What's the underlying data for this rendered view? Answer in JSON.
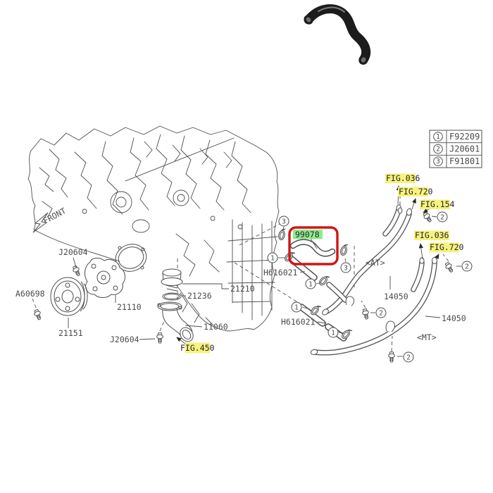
{
  "figure": {
    "front_label": "FRONT",
    "selected_part": {
      "number": "99078"
    },
    "legend": {
      "rows": [
        {
          "num": "1",
          "code": "F92209"
        },
        {
          "num": "2",
          "code": "J20601"
        },
        {
          "num": "3",
          "code": "F91801"
        }
      ]
    },
    "parts": {
      "bolt_top": "J20604",
      "bolt_pulley": "A60698",
      "pulley": "21151",
      "water_pump": "21110",
      "bolt_lower": "J20604",
      "thermostat": "21210",
      "gasket": "21236",
      "thermostat_case": "11060",
      "hose_upper": "H616021",
      "hose_lower": "H616021",
      "pipe_at": "14050",
      "pipe_mt": "14050"
    },
    "fig_refs": {
      "fig450": "FIG.450",
      "fig036_top": "FIG.036",
      "fig720_top": "FIG.720",
      "fig154": "FIG.154",
      "fig036_right": "FIG.036",
      "fig720_right": "FIG.720"
    },
    "variant_tags": {
      "at": "<AT>",
      "mt": "<MT>"
    },
    "callouts": {
      "one": "1",
      "two": "2",
      "three": "3"
    },
    "colors": {
      "highlight_yellow": "#f6f27c",
      "highlight_green": "#8fe98f",
      "selection_red": "#d01616",
      "line_gray": "#4d4d4d"
    }
  }
}
